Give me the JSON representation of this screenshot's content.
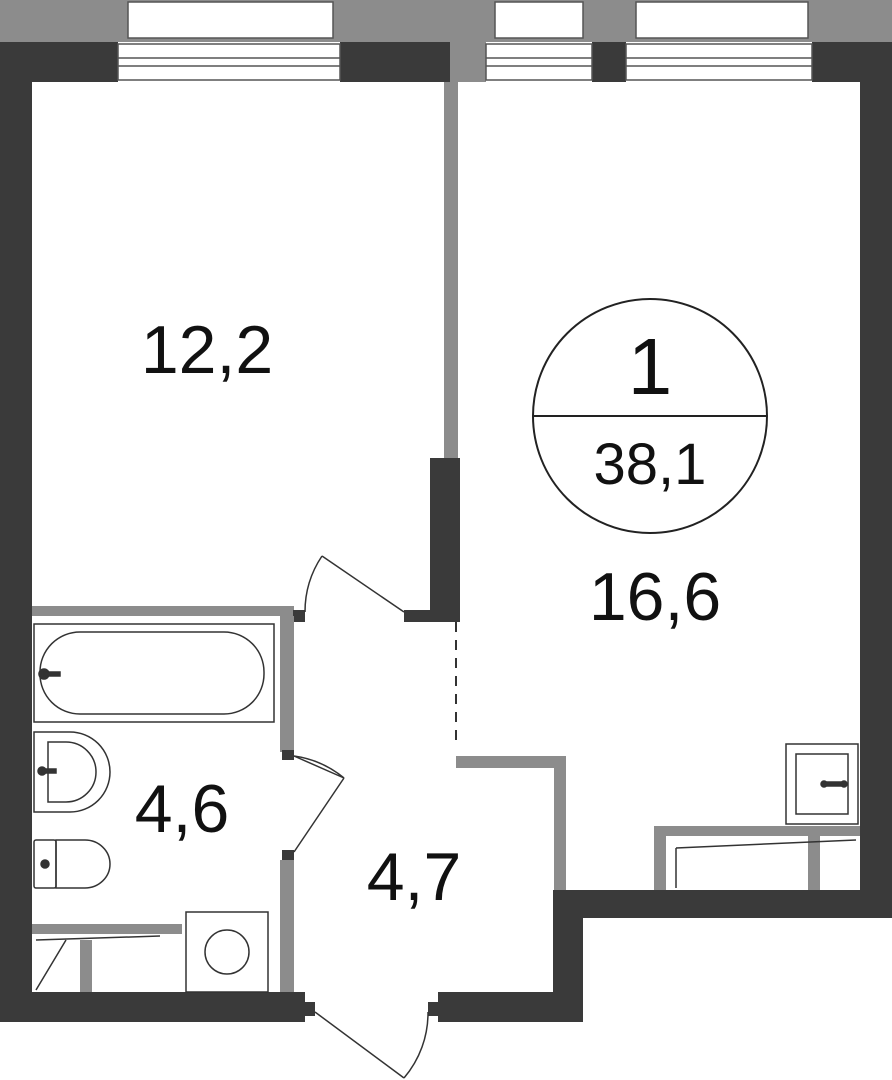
{
  "apartment": {
    "rooms": "1",
    "total_area": "38,1"
  },
  "room_areas": {
    "bedroom": "12,2",
    "living": "16,6",
    "bathroom": "4,6",
    "hallway": "4,7"
  },
  "colors": {
    "wall_dark": "#3a3a3a",
    "wall_gray": "#8c8c8c",
    "line": "#333333",
    "background": "#ffffff"
  },
  "icons": [
    "bathtub-icon",
    "sink-icon",
    "toilet-icon",
    "washing-machine-icon",
    "kitchen-sink-icon"
  ]
}
